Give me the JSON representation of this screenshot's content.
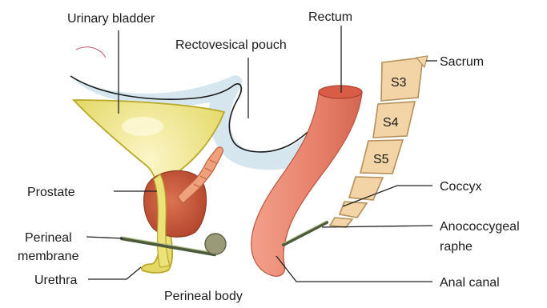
{
  "labels": {
    "urinary_bladder": "Urinary bladder",
    "rectovesical_pouch": "Rectovesical pouch",
    "rectum": "Rectum",
    "sacrum": "Sacrum",
    "s3": "S3",
    "s4": "S4",
    "s5": "S5",
    "coccyx": "Coccyx",
    "anococcygeal_raphe_line1": "Anococcygeal",
    "anococcygeal_raphe_line2": "raphe",
    "anal_canal": "Anal canal",
    "prostate": "Prostate",
    "perineal_membrane_line1": "Perineal",
    "perineal_membrane_line2": "membrane",
    "urethra": "Urethra",
    "perineal_body": "Perineal body"
  },
  "colors": {
    "bladder": "#ece27a",
    "bladder_stroke": "#b9a92c",
    "prostate": "#c8553a",
    "peritoneum": "#d6e6ee",
    "rectum": "#ea8a74",
    "rectum_dark": "#d56a55",
    "bone": "#f2d4a6",
    "bone_stroke": "#b4905a",
    "perineal_body": "#9a9a78",
    "membrane": "#4c5a3a"
  }
}
